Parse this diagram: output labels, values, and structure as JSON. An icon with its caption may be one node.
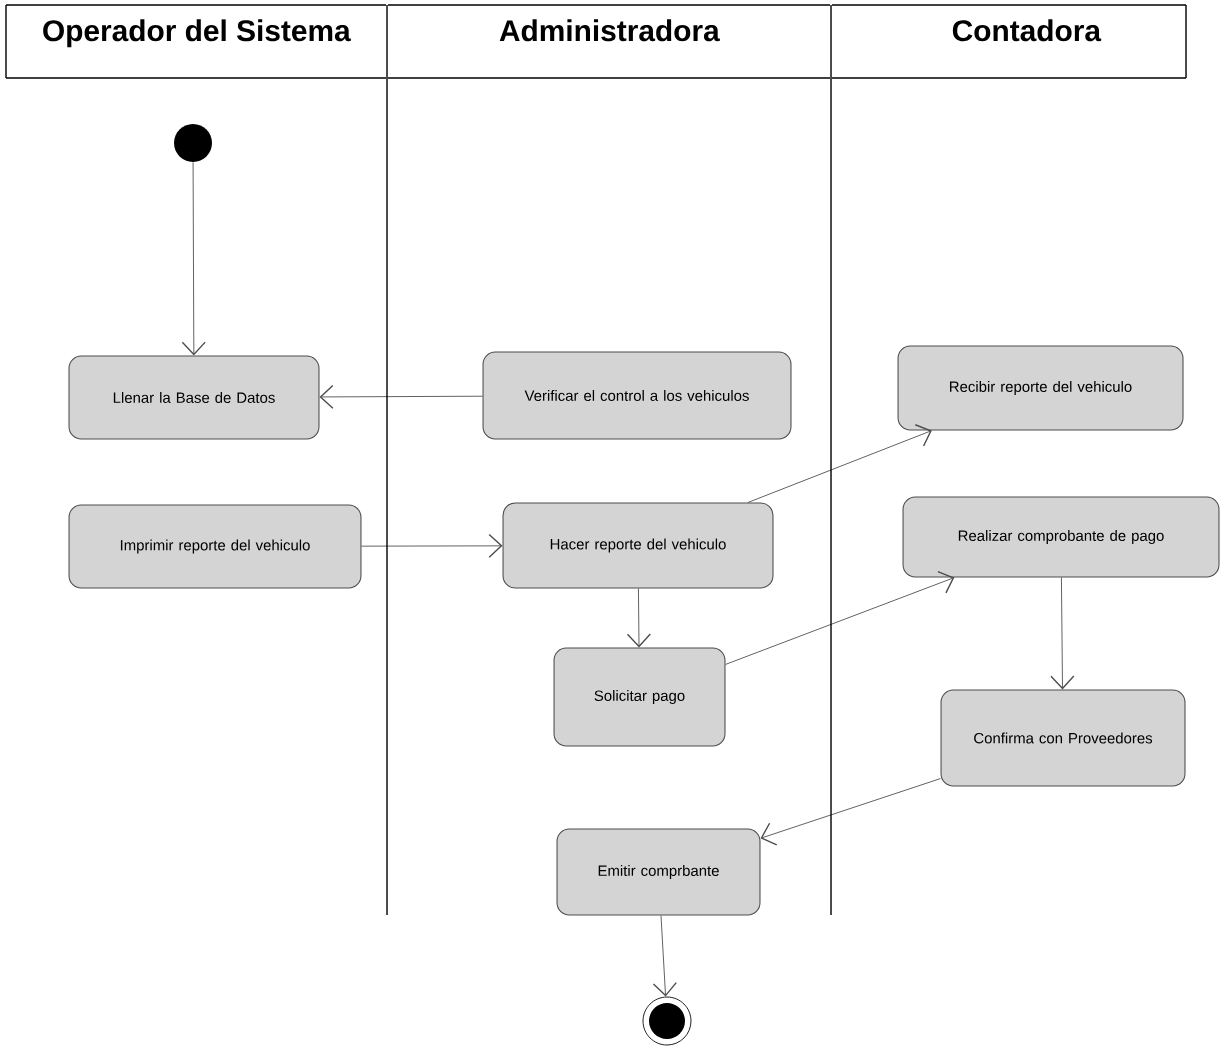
{
  "diagram": {
    "nodes": [
      {
        "text": [
          "Operador del Sistema"
        ]
      },
      {
        "text": [
          "Administradora"
        ]
      },
      {
        "text": [
          "Contadora"
        ]
      },
      {
        "text": [],
        "shape": "circle",
        "in": 0
      },
      {
        "text": [
          "Llenar la Base de Datos"
        ],
        "in": 0
      },
      {
        "text": [
          "Verificar el control a los vehiculos"
        ],
        "in": 1
      },
      {
        "text": [
          "Recibir reporte del vehiculo"
        ],
        "in": 2
      },
      {
        "text": [
          "Imprimir reporte del vehiculo"
        ],
        "in": 0
      },
      {
        "text": [
          "Hacer reporte del vehiculo"
        ],
        "in": 1
      },
      {
        "text": [
          "Realizar comprobante de pago"
        ],
        "in": 2
      },
      {
        "text": [
          "Solicitar pago"
        ],
        "in": 1
      },
      {
        "text": [
          "Confirma con Proveedores"
        ],
        "in": 2
      },
      {
        "text": [
          "Emitir comprbante"
        ],
        "in": 1
      },
      {
        "text": [],
        "shape": "bullseye"
      }
    ],
    "edges": [
      {
        "from": 3,
        "to": 4,
        "arrow": "to"
      },
      {
        "from": 5,
        "to": 4,
        "arrow": "to"
      },
      {
        "from": 7,
        "to": 8,
        "arrow": "to"
      },
      {
        "from": 8,
        "to": 6,
        "arrow": "to"
      },
      {
        "from": 8,
        "to": 10,
        "arrow": "to"
      },
      {
        "from": 10,
        "to": 9,
        "arrow": "to"
      },
      {
        "from": 9,
        "to": 11,
        "arrow": "to"
      },
      {
        "from": 11,
        "to": 12,
        "arrow": "to"
      },
      {
        "from": 12,
        "to": 13,
        "arrow": "to"
      }
    ]
  }
}
